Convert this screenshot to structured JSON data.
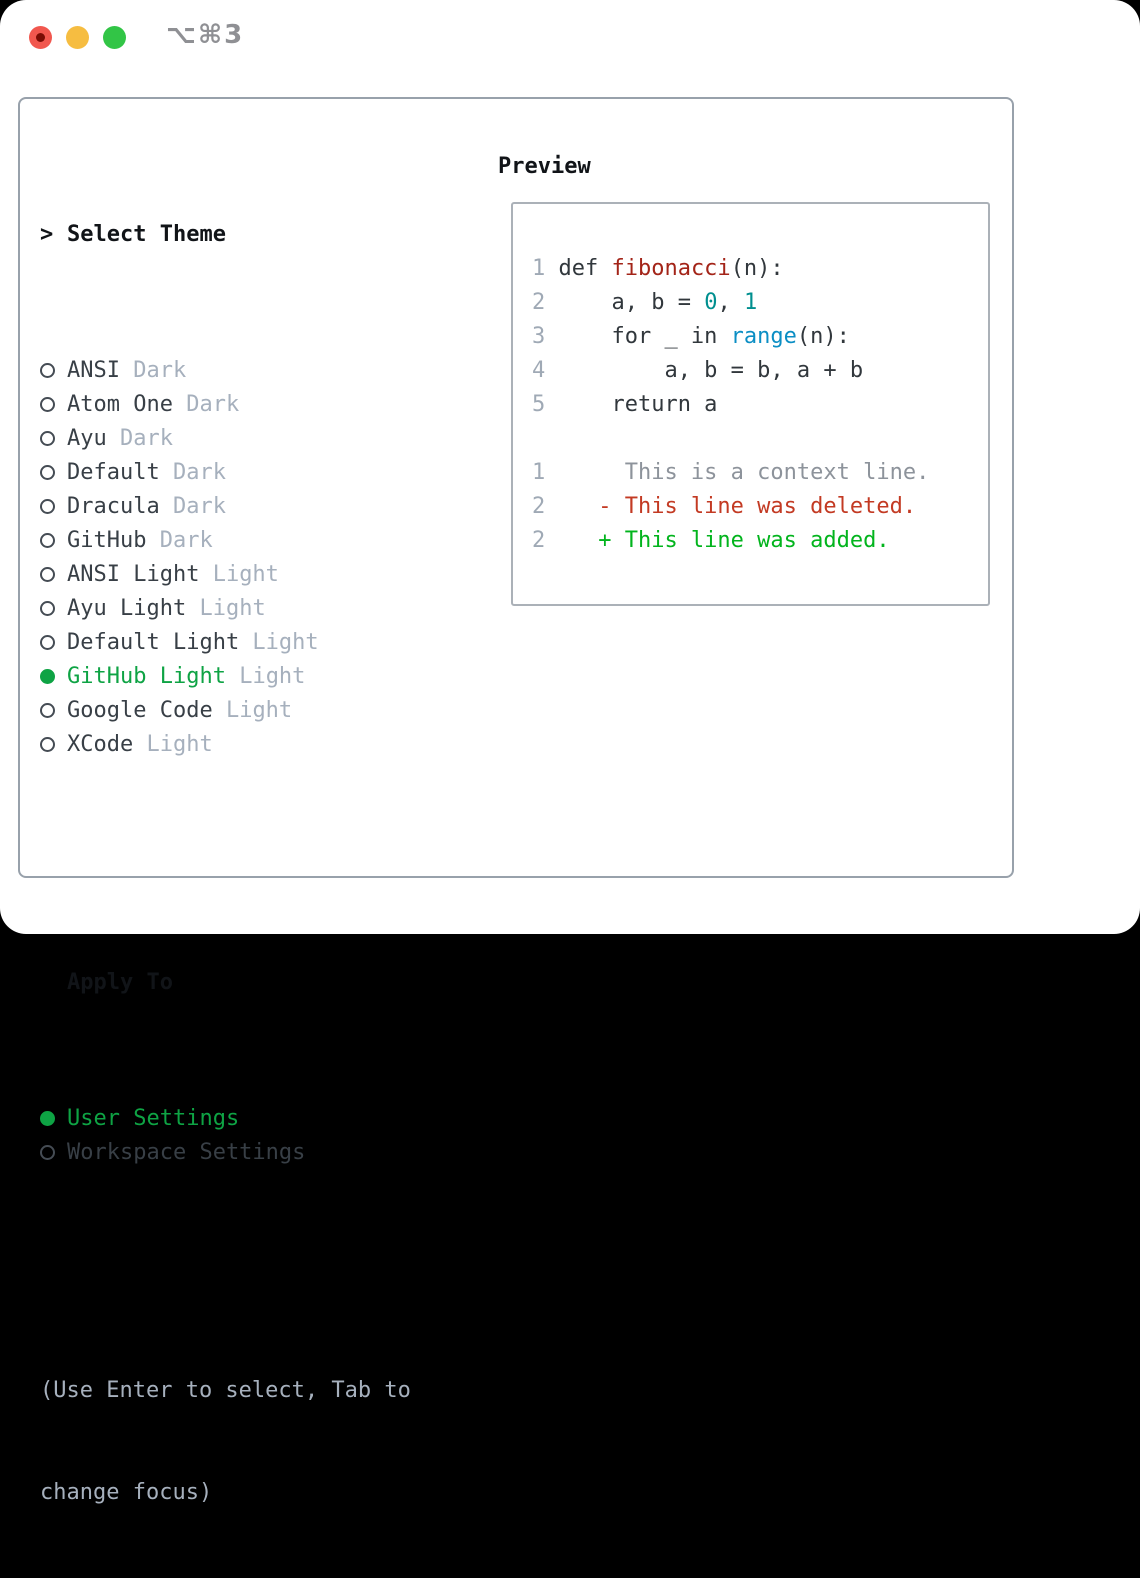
{
  "window": {
    "title": "⌥⌘3"
  },
  "theme_menu": {
    "header": "Select Theme",
    "items": [
      {
        "name": "ANSI",
        "variant": "Dark",
        "selected": false
      },
      {
        "name": "Atom One",
        "variant": "Dark",
        "selected": false
      },
      {
        "name": "Ayu",
        "variant": "Dark",
        "selected": false
      },
      {
        "name": "Default",
        "variant": "Dark",
        "selected": false
      },
      {
        "name": "Dracula",
        "variant": "Dark",
        "selected": false
      },
      {
        "name": "GitHub",
        "variant": "Dark",
        "selected": false
      },
      {
        "name": "ANSI Light",
        "variant": "Light",
        "selected": false
      },
      {
        "name": "Ayu Light",
        "variant": "Light",
        "selected": false
      },
      {
        "name": "Default Light",
        "variant": "Light",
        "selected": false
      },
      {
        "name": "GitHub Light",
        "variant": "Light",
        "selected": true
      },
      {
        "name": "Google Code",
        "variant": "Light",
        "selected": false
      },
      {
        "name": "XCode",
        "variant": "Light",
        "selected": false
      }
    ]
  },
  "apply_to": {
    "header": "Apply To",
    "options": [
      {
        "label": "User Settings",
        "selected": true
      },
      {
        "label": "Workspace Settings",
        "selected": false
      }
    ]
  },
  "hint": [
    "(Use Enter to select, Tab to",
    "change focus)"
  ],
  "preview": {
    "header": "Preview",
    "lines": [
      {
        "num": "1",
        "segments": [
          {
            "text": "def ",
            "style": "base"
          },
          {
            "text": "fibonacci",
            "style": "fn"
          },
          {
            "text": "(n):",
            "style": "base"
          }
        ]
      },
      {
        "num": "2",
        "segments": [
          {
            "text": "    a, b = ",
            "style": "base"
          },
          {
            "text": "0",
            "style": "num"
          },
          {
            "text": ", ",
            "style": "base"
          },
          {
            "text": "1",
            "style": "num"
          }
        ]
      },
      {
        "num": "3",
        "segments": [
          {
            "text": "    for _ in ",
            "style": "base"
          },
          {
            "text": "range",
            "style": "builtin"
          },
          {
            "text": "(n):",
            "style": "base"
          }
        ]
      },
      {
        "num": "4",
        "segments": [
          {
            "text": "        a, b = b, a + b",
            "style": "base"
          }
        ]
      },
      {
        "num": "5",
        "segments": [
          {
            "text": "    return a",
            "style": "base"
          }
        ]
      },
      {
        "num": "",
        "segments": []
      },
      {
        "num": "1",
        "segments": [
          {
            "text": "     This is a context line.",
            "style": "context"
          }
        ]
      },
      {
        "num": "2",
        "segments": [
          {
            "text": "   - This line was deleted.",
            "style": "deleted"
          }
        ]
      },
      {
        "num": "2",
        "segments": [
          {
            "text": "   + This line was added.",
            "style": "added"
          }
        ]
      }
    ]
  },
  "colors": {
    "accent_green": "#0ea344",
    "diff_added_green": "#02b41d",
    "diff_deleted_red": "#c33a23",
    "code_function_red": "#a32418",
    "code_number_teal": "#008f8f",
    "code_builtin_blue": "#0b8ec4",
    "muted_gray": "#a6b0bd",
    "traffic_red": "#f1574e",
    "traffic_yellow": "#f6bd41",
    "traffic_green": "#32c546"
  }
}
